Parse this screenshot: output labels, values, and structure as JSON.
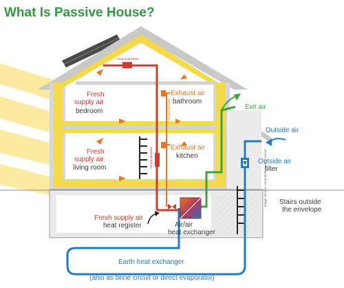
{
  "title": "What Is Passive House?",
  "labels": {
    "fresh_supply_bedroom": [
      "Fresh",
      "supply air"
    ],
    "bedroom": "bedroom",
    "exhaust_bathroom": "Exhaust air",
    "bathroom": "bathroom",
    "exit_air": "Exit air",
    "outside_air": "Outside air",
    "fresh_supply_living": [
      "Fresh",
      "supply air"
    ],
    "living_room": "living room",
    "exhaust_kitchen": "Exhaust air",
    "kitchen": "kitchen",
    "outside_air_filter": [
      "Outside air",
      "filter"
    ],
    "stairs_outside": [
      "Stairs outside",
      "the envelope"
    ],
    "fresh_supply_heat": [
      "Fresh supply air",
      "heat register"
    ],
    "air_air_hx": [
      "Air/air",
      "heat exchanger"
    ],
    "earth_hx": "Earth heat exchanger",
    "brine_note": "(also as brine circuit or direct evaporator)",
    "sound_absorber_top": "Sound absorber",
    "sound_absorber_mid": "Sound absorber",
    "sound_absorber_left": "Sound absorber",
    "image_source": "Image Source: Horst Multi-Comfort House"
  },
  "colors": {
    "title": "#2f9a3c",
    "supply": "#d33a2c",
    "exhaust": "#e47a24",
    "exit": "#3ea43a",
    "outside": "#1f7ac9",
    "insulation": "#f4d94a",
    "sun": "#fbe99a"
  },
  "icons": [
    "sun-rays",
    "solar-panel",
    "heat-exchanger-icon",
    "filter-icon",
    "arrow-icon"
  ]
}
